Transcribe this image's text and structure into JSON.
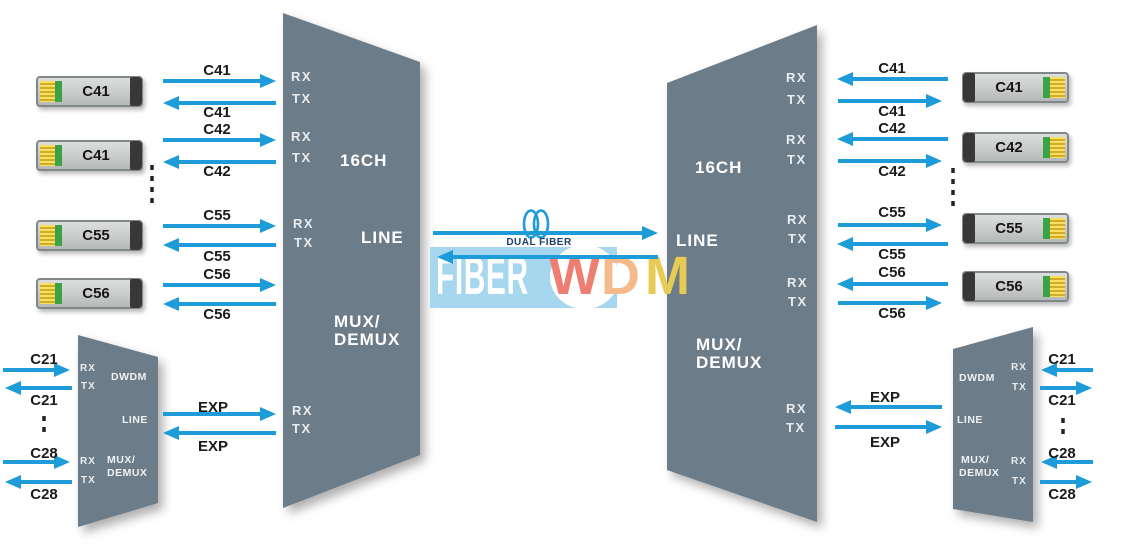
{
  "labels": {
    "rx": "RX",
    "tx": "TX",
    "sixteen_ch": "16CH",
    "line": "LINE",
    "mux": "MUX/",
    "demux": "DEMUX",
    "dwdm": "DWDM",
    "exp": "EXP",
    "dual_fiber": "DUAL FIBER"
  },
  "logo": {
    "fiber": "FIBER",
    "w": "W",
    "d": "D",
    "m": "M"
  },
  "channels": [
    "C41",
    "C42",
    "C55",
    "C56"
  ],
  "left_modules": [
    "C41",
    "C41",
    "C55",
    "C56"
  ],
  "right_modules": [
    "C41",
    "C42",
    "C55",
    "C56"
  ],
  "expansion": {
    "first": "C21",
    "last": "C28"
  },
  "colors": {
    "trapezoid_gray": "#6d7c89",
    "arrow_blue": "#1d9cd9",
    "dual_fiber_text": "#1c3f66",
    "logo_bg_blue": "#a6d7ef",
    "logo_w_coral": "#ee7e72",
    "logo_d_peach": "#f5ba8b",
    "logo_m_yellow": "#e7cb55",
    "module_yellow": "#f0d23e",
    "module_green": "#3aa348"
  }
}
